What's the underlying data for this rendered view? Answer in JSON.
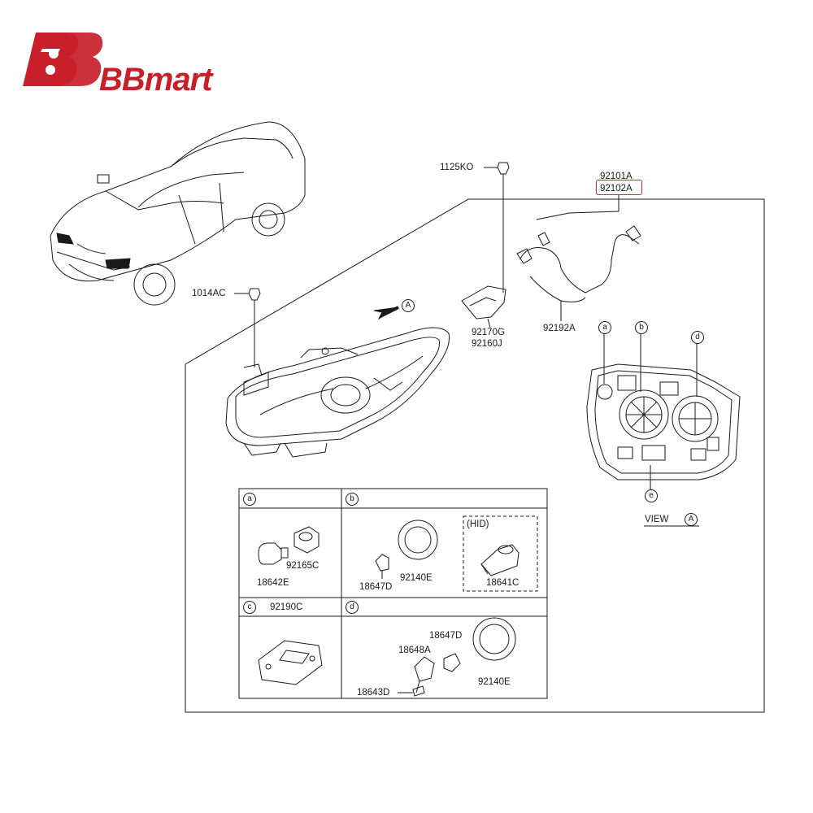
{
  "brand": {
    "name": "BBmart",
    "color": "#c8202a"
  },
  "labels": {
    "bolt_top": "1125KO",
    "assy_1": "92101A",
    "assy_2": "92102A",
    "bolt_left": "1014AC",
    "bracket_1": "92170G",
    "bracket_2": "92160J",
    "wiring": "92192A",
    "arrow_ref": "A",
    "view_label": "VIEW",
    "view_ref": "A"
  },
  "callouts": [
    "a",
    "b",
    "c",
    "d",
    "e"
  ],
  "table": {
    "a": {
      "key": "a",
      "parts": [
        "92165C",
        "18642E"
      ]
    },
    "b": {
      "key": "b",
      "parts": [
        "18647D",
        "92140E"
      ],
      "hid_label": "(HID)",
      "hid_part": "18641C"
    },
    "c": {
      "key": "c",
      "title": "92190C"
    },
    "d": {
      "key": "d",
      "parts": [
        "18647D",
        "18648A",
        "18643D",
        "92140E"
      ]
    }
  },
  "colors": {
    "highlight": "#d8262e",
    "line": "#1a1a1a"
  }
}
